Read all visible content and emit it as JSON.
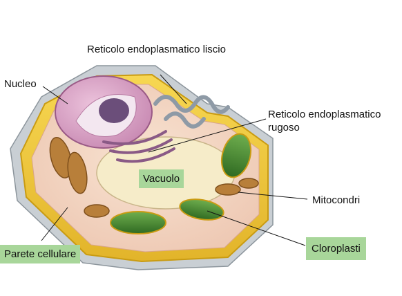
{
  "labels": {
    "ser": "Reticolo endoplasmatico liscio",
    "rer": "Reticolo endoplasmatico rugoso",
    "nucleo": "Nucleo",
    "mitocondri": "Mitocondri"
  },
  "boxes": {
    "vacuolo": "Vacuolo",
    "parete": "Parete cellulare",
    "cloroplasti": "Cloroplasti"
  },
  "colors": {
    "wall": "#f2c93c",
    "wall_edge": "#c99b12",
    "cytoplasm": "#f4d8c8",
    "membrane_outer": "#cfd6dc",
    "nucleus": "#d9a4c6",
    "nucleolus": "#6b4e7a",
    "vacuole": "#f6ecc9",
    "chloroplast": "#3f7d2c",
    "mito": "#b87f3a",
    "rer": "#8a5a86",
    "ser": "#8e9aa6",
    "label_box": "#a8d69a"
  }
}
